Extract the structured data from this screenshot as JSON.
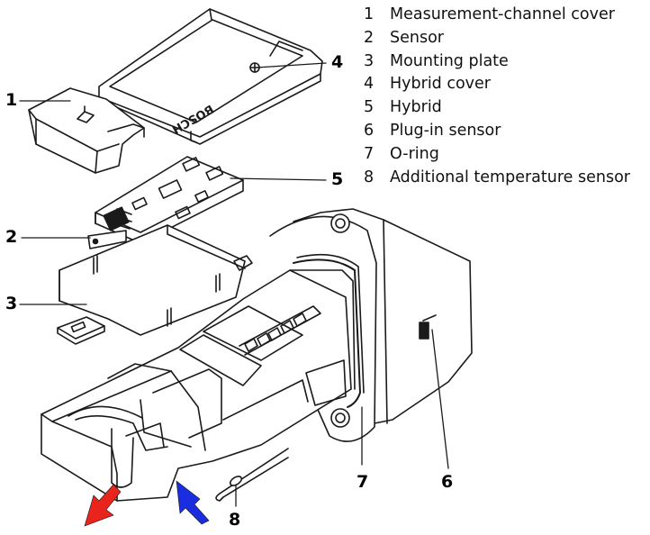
{
  "legend": [
    {
      "num": "1",
      "label": "Measurement-channel cover"
    },
    {
      "num": "2",
      "label": "Sensor"
    },
    {
      "num": "3",
      "label": "Mounting plate"
    },
    {
      "num": "4",
      "label": "Hybrid cover"
    },
    {
      "num": "5",
      "label": "Hybrid"
    },
    {
      "num": "6",
      "label": "Plug-in sensor"
    },
    {
      "num": "7",
      "label": "O-ring"
    },
    {
      "num": "8",
      "label": "Additional temperature sensor"
    }
  ],
  "callouts": {
    "c1": "1",
    "c2": "2",
    "c3": "3",
    "c4": "4",
    "c5": "5",
    "c6": "6",
    "c7": "7",
    "c8": "8"
  },
  "logo_text": "BOSCH",
  "colors": {
    "outflow_arrow": "#e8241c",
    "inflow_arrow": "#1a2ee0",
    "line": "#1a1a1a",
    "callout_text": "#000000"
  }
}
